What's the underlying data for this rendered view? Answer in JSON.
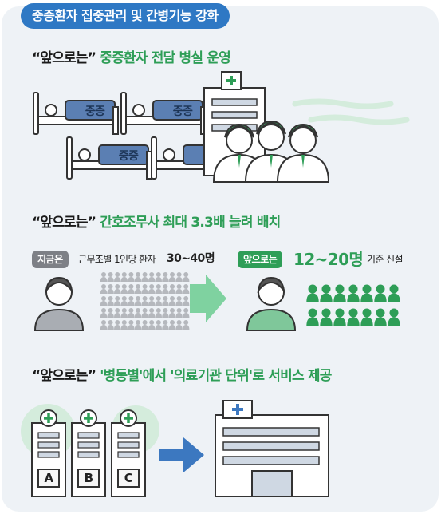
{
  "title": "중증환자 집중관리 및 간병기능 강화",
  "section1": {
    "prefix": "“앞으로는”",
    "highlight": "중증환자 전담 병실 운영",
    "bed_label": "중증"
  },
  "section2": {
    "prefix": "“앞으로는”",
    "highlight": "간호조무사 최대 3.3배 늘려 배치",
    "now_badge": "지금은",
    "now_text": "근무조별 1인당 환자",
    "now_value": "30~40명",
    "future_badge": "앞으로는",
    "future_value": "12~20명",
    "future_text": "기준 신설"
  },
  "section3": {
    "prefix": "“앞으로는”",
    "highlight": "'병동별'에서 '의료기관 단위'로 서비스 제공",
    "buildings": [
      "A",
      "B",
      "C"
    ]
  },
  "colors": {
    "tab": "#2e78c4",
    "green": "#2e9e57",
    "gray_badge": "#7d8086",
    "bed_blue": "#5b7fb3",
    "arrow_blue": "#3c78c0"
  }
}
